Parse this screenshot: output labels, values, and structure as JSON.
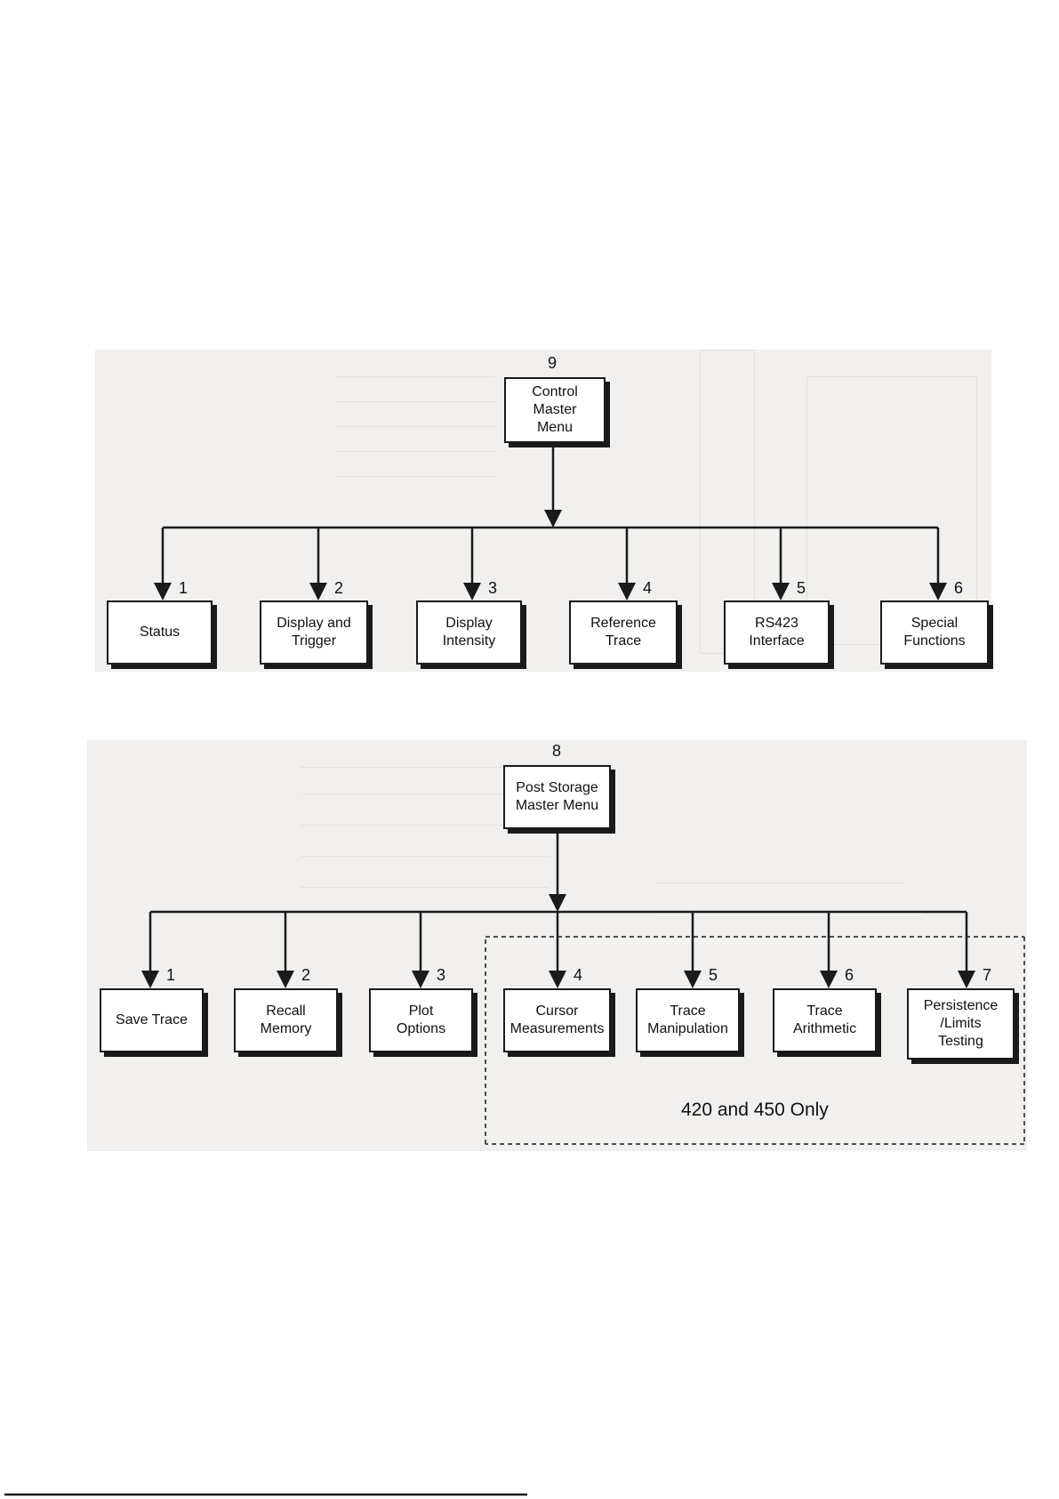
{
  "top_diagram": {
    "root": {
      "label": "Control\nMaster\nMenu",
      "number": "9"
    },
    "children": [
      {
        "label": "Status",
        "number": "1"
      },
      {
        "label": "Display and\nTrigger",
        "number": "2"
      },
      {
        "label": "Display\nIntensity",
        "number": "3"
      },
      {
        "label": "Reference\nTrace",
        "number": "4"
      },
      {
        "label": "RS423\nInterface",
        "number": "5"
      },
      {
        "label": "Special\nFunctions",
        "number": "6"
      }
    ]
  },
  "bottom_diagram": {
    "root": {
      "label": "Post Storage\nMaster Menu",
      "number": "8"
    },
    "children": [
      {
        "label": "Save Trace",
        "number": "1"
      },
      {
        "label": "Recall\nMemory",
        "number": "2"
      },
      {
        "label": "Plot\nOptions",
        "number": "3"
      },
      {
        "label": "Cursor\nMeasurements",
        "number": "4"
      },
      {
        "label": "Trace\nManipulation",
        "number": "5"
      },
      {
        "label": "Trace\nArithmetic",
        "number": "6"
      },
      {
        "label": "Persistence\n/Limits\nTesting",
        "number": "7"
      }
    ],
    "region_label": "420 and 450 Only"
  },
  "colors": {
    "line": "#1a1a1a",
    "panel": "#f1f0ee",
    "box": "#ffffff"
  }
}
